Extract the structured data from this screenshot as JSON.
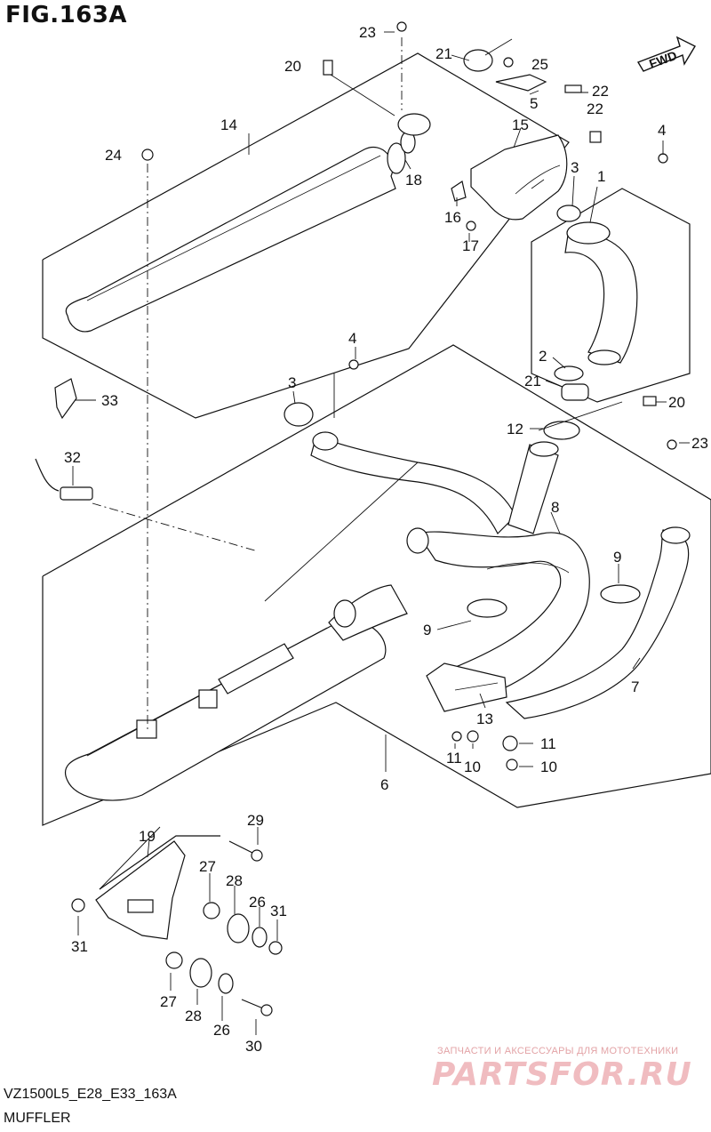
{
  "figure": {
    "title": "FIG.163A",
    "model_code": "VZ1500L5_E28_E33_163A",
    "section_name": "MUFFLER",
    "direction_badge": "FWD"
  },
  "watermark": {
    "caption": "ЗАПЧАСТИ И АКСЕССУАРЫ ДЛЯ МОТОТЕХНИКИ",
    "logo": "PARTSFOR.RU"
  },
  "callouts": [
    {
      "id": "c23a",
      "label": "23"
    },
    {
      "id": "c21a",
      "label": "21"
    },
    {
      "id": "c25",
      "label": "25"
    },
    {
      "id": "c20a",
      "label": "20"
    },
    {
      "id": "c22a",
      "label": "22"
    },
    {
      "id": "c5",
      "label": "5"
    },
    {
      "id": "c22b",
      "label": "22"
    },
    {
      "id": "c14",
      "label": "14"
    },
    {
      "id": "c15",
      "label": "15"
    },
    {
      "id": "c4a",
      "label": "4"
    },
    {
      "id": "c24",
      "label": "24"
    },
    {
      "id": "c18",
      "label": "18"
    },
    {
      "id": "c3a",
      "label": "3"
    },
    {
      "id": "c1",
      "label": "1"
    },
    {
      "id": "c16",
      "label": "16"
    },
    {
      "id": "c17",
      "label": "17"
    },
    {
      "id": "c4b",
      "label": "4"
    },
    {
      "id": "c2",
      "label": "2"
    },
    {
      "id": "c21b",
      "label": "21"
    },
    {
      "id": "c3b",
      "label": "3"
    },
    {
      "id": "c33",
      "label": "33"
    },
    {
      "id": "c20b",
      "label": "20"
    },
    {
      "id": "c12",
      "label": "12"
    },
    {
      "id": "c23b",
      "label": "23"
    },
    {
      "id": "c32",
      "label": "32"
    },
    {
      "id": "c8",
      "label": "8"
    },
    {
      "id": "c9a",
      "label": "9"
    },
    {
      "id": "c9b",
      "label": "9"
    },
    {
      "id": "c7",
      "label": "7"
    },
    {
      "id": "c13",
      "label": "13"
    },
    {
      "id": "c11a",
      "label": "11"
    },
    {
      "id": "c10a",
      "label": "10"
    },
    {
      "id": "c11b",
      "label": "11"
    },
    {
      "id": "c10b",
      "label": "10"
    },
    {
      "id": "c6",
      "label": "6"
    },
    {
      "id": "c29",
      "label": "29"
    },
    {
      "id": "c19",
      "label": "19"
    },
    {
      "id": "c27a",
      "label": "27"
    },
    {
      "id": "c28a",
      "label": "28"
    },
    {
      "id": "c26a",
      "label": "26"
    },
    {
      "id": "c31a",
      "label": "31"
    },
    {
      "id": "c31b",
      "label": "31"
    },
    {
      "id": "c27b",
      "label": "27"
    },
    {
      "id": "c28b",
      "label": "28"
    },
    {
      "id": "c26b",
      "label": "26"
    },
    {
      "id": "c30",
      "label": "30"
    }
  ]
}
